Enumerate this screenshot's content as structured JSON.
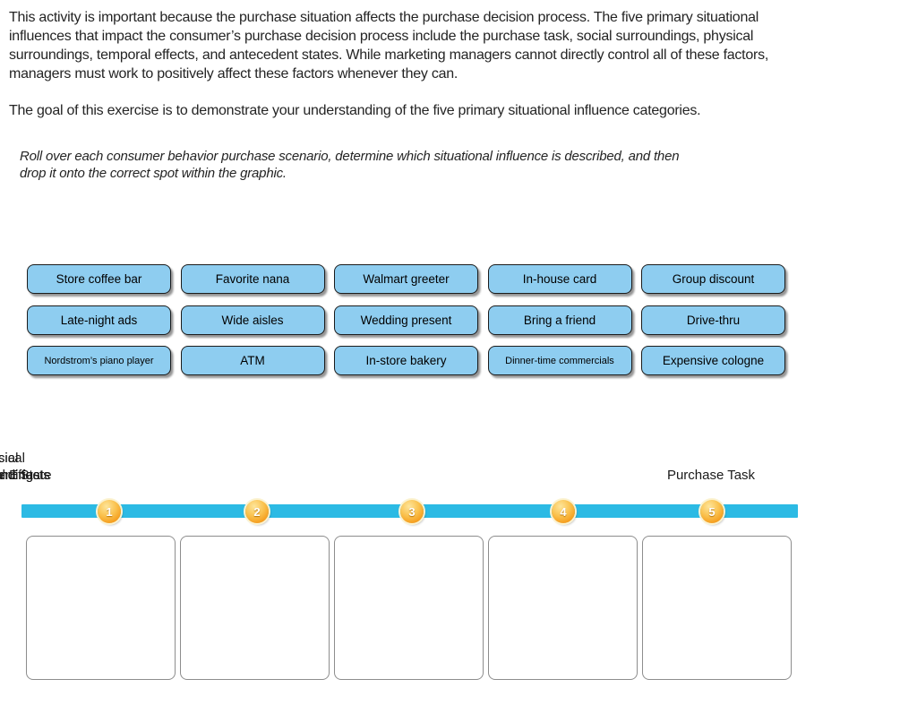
{
  "intro": {
    "paragraph1": "This activity is important because the purchase situation affects the purchase decision process. The five primary situational\ninfluences that impact the consumer’s purchase decision process include the purchase task, social surroundings, physical\nsurroundings, temporal effects, and antecedent states. While marketing managers cannot directly control all of these factors,\nmanagers must work to positively affect these factors whenever they can.",
    "paragraph2": "The goal of this exercise is to demonstrate your understanding of the five primary situational influence categories.",
    "instructions": "Roll over each consumer behavior purchase scenario, determine which situational influence is described, and then\ndrop it onto the correct spot within the graphic."
  },
  "tiles": [
    [
      "Store coffee bar",
      "Favorite nana",
      "Walmart greeter",
      "In-house card",
      "Group discount"
    ],
    [
      "Late-night ads",
      "Wide aisles",
      "Wedding present",
      "Bring a friend",
      "Drive-thru"
    ],
    [
      "Nordstrom’s piano player",
      "ATM",
      "In-store bakery",
      "Dinner-time commercials",
      "Expensive cologne"
    ]
  ],
  "categories": [
    {
      "label": "Purchase Task",
      "number": "1"
    },
    {
      "label": "Social\nSurroundings",
      "number": "2"
    },
    {
      "label": "Physical\nSurroundings",
      "number": "3"
    },
    {
      "label": "Temporal Effects",
      "number": "4"
    },
    {
      "label": "Antecedent State",
      "number": "5"
    }
  ],
  "colors": {
    "tile_fill": "#8ECDF0",
    "tile_border": "#1b1b1b",
    "timeline_bar": "#2CBAE4",
    "marker_gold": "#F59C1C",
    "marker_gold_light": "#FDE59A",
    "marker_ring": "#FBF3D2",
    "drop_zone_border": "#8d8d8d",
    "text": "#242424"
  }
}
